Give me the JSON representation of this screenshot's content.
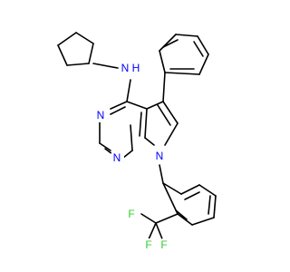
{
  "structure": {
    "atoms": [
      {
        "label": "N",
        "color": "#0000ff"
      },
      {
        "label": "H",
        "color": "#0000ff"
      },
      {
        "label": "N",
        "color": "#0000ff"
      },
      {
        "label": "N",
        "color": "#0000ff"
      },
      {
        "label": "N",
        "color": "#0000ff"
      },
      {
        "label": "F",
        "color": "#33cc33"
      },
      {
        "label": "F",
        "color": "#33cc33"
      },
      {
        "label": "F",
        "color": "#33cc33"
      }
    ],
    "colors": {
      "bond": "#000000",
      "nitrogen": "#0000ff",
      "fluorine": "#33cc33",
      "background": "#ffffff"
    }
  }
}
